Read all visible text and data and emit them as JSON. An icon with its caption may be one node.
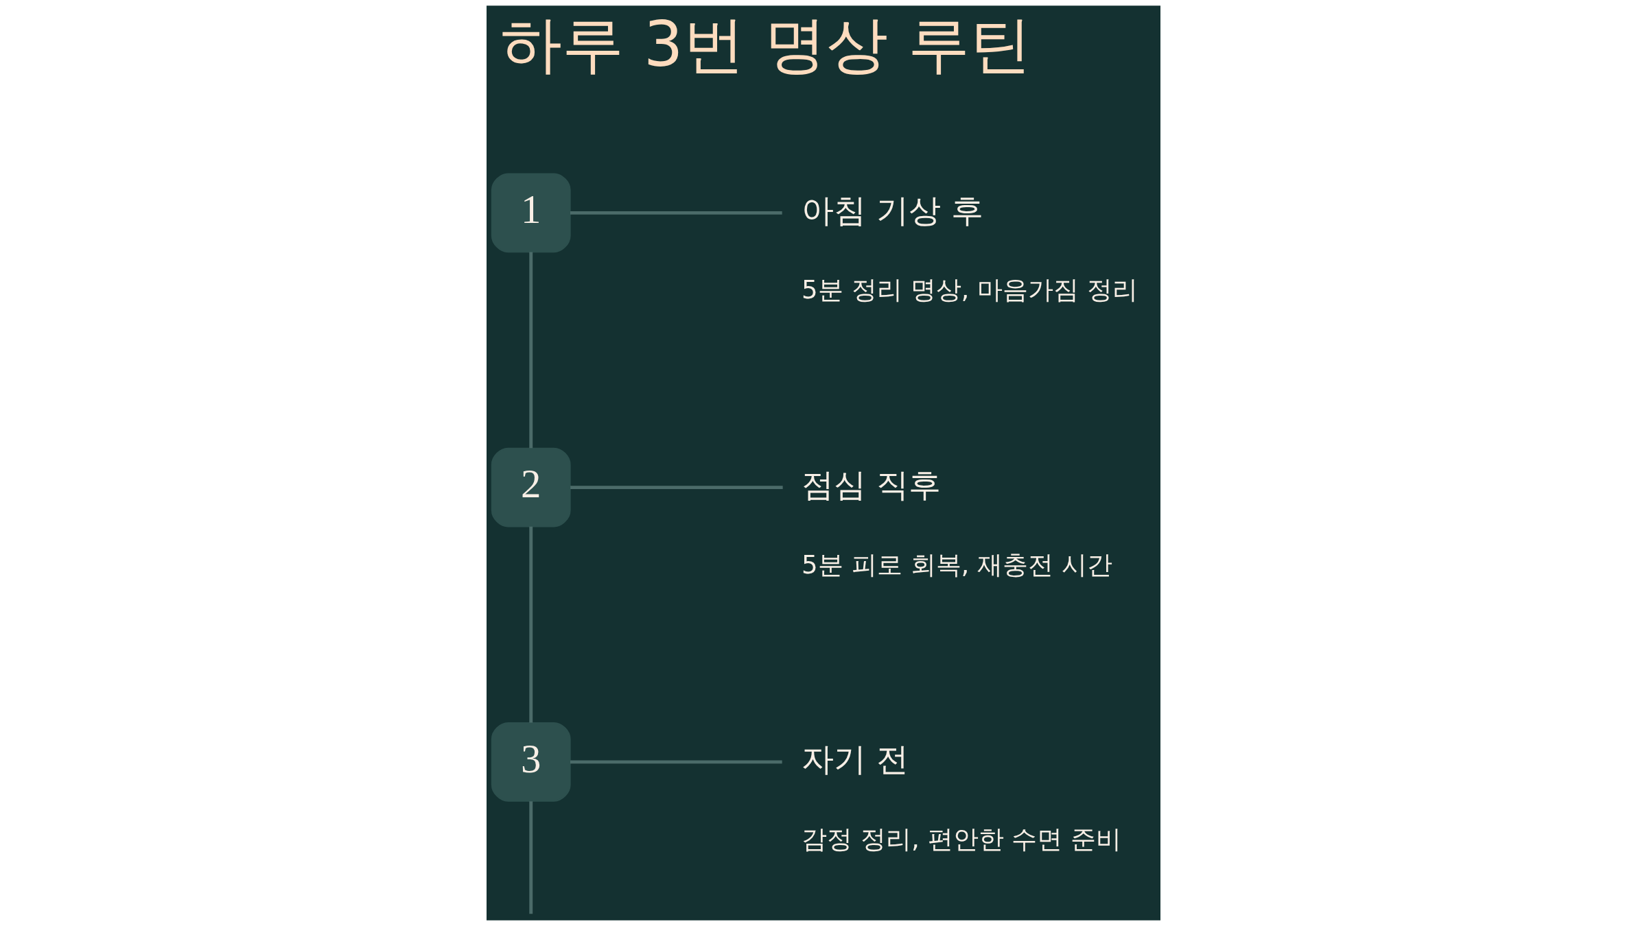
{
  "diagram": {
    "title": "하루 3번 명상 루틴",
    "nodes": [
      {
        "text": [
          "1"
        ]
      },
      {
        "text": [
          "아침 기상 후",
          "5분 정리 명상, 마음가짐 정리"
        ]
      },
      {
        "text": [
          "2"
        ]
      },
      {
        "text": [
          "점심 직후",
          "5분 피로 회복, 재충전 시간"
        ]
      },
      {
        "text": [
          "3"
        ]
      },
      {
        "text": [
          "자기 전",
          "감정 정리, 편안한 수면 준비"
        ]
      }
    ],
    "edges": [
      {
        "from": 0,
        "to": 1,
        "arrow": "none"
      },
      {
        "from": 0,
        "to": 2,
        "arrow": "none"
      },
      {
        "from": 2,
        "to": 3,
        "arrow": "none"
      },
      {
        "from": 2,
        "to": 4,
        "arrow": "none"
      },
      {
        "from": 4,
        "to": 5,
        "arrow": "none"
      },
      {
        "from": 4,
        "to": null,
        "arrow": "none"
      }
    ]
  }
}
